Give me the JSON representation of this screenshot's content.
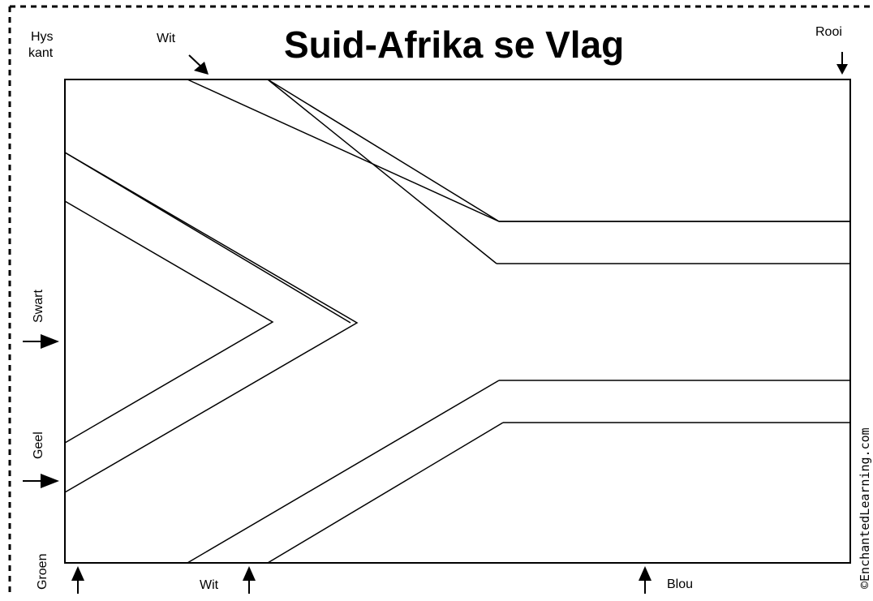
{
  "title": "Suid-Afrika se Vlag",
  "labels": {
    "hoist": [
      "Hys",
      "kant"
    ],
    "white_top": "Wit",
    "red": "Rooi",
    "black": "Swart",
    "yellow": "Geel",
    "green": "Groen",
    "white_bottom": "Wit",
    "blue": "Blou"
  },
  "credit": "©EnchantedLearning.com",
  "colors": {
    "ink": "#000000",
    "paper": "#ffffff"
  }
}
